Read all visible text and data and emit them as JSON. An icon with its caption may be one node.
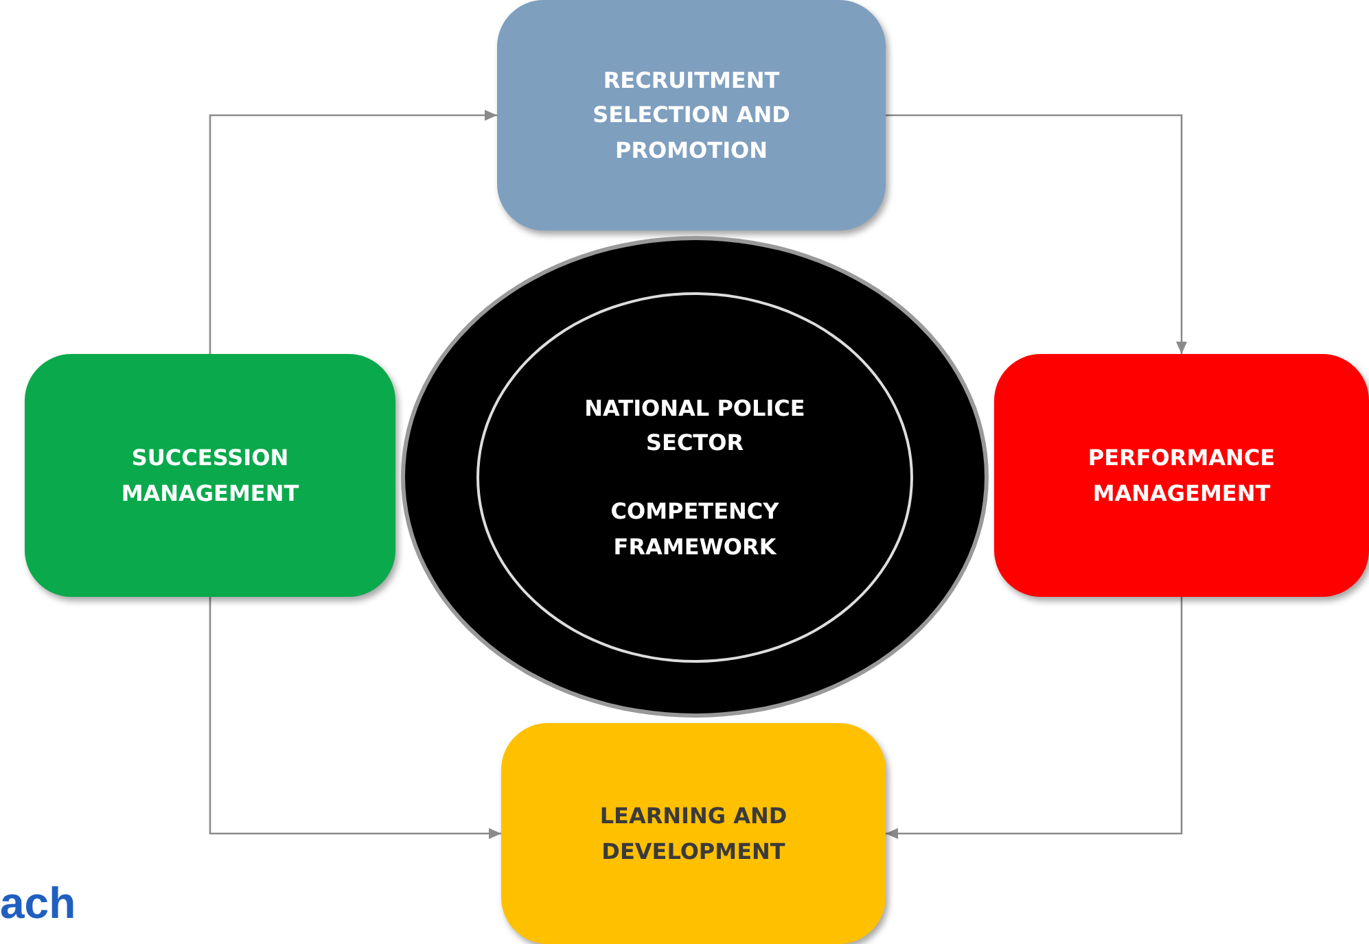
{
  "diagram": {
    "nodes": [
      {
        "text": [
          "RECRUITMENT SELECTION AND PROMOTION"
        ]
      },
      {
        "text": [
          "SUCCESSION MANAGEMENT"
        ]
      },
      {
        "text": [],
        "shape": "circle"
      },
      {
        "text": [
          "NATIONAL POLICE SECTOR",
          "COMPETENCY FRAMEWORK"
        ],
        "in": 2
      },
      {
        "text": [
          "PERFORMANCE MANAGEMENT"
        ]
      },
      {
        "text": [
          "LEARNING AND DEVELOPMENT"
        ]
      }
    ],
    "edges": [
      {
        "from": 1,
        "to": 0,
        "arrow": "to"
      },
      {
        "from": 0,
        "to": 4,
        "arrow": "to"
      },
      {
        "from": 4,
        "to": 5,
        "arrow": "to"
      },
      {
        "from": 1,
        "to": 5,
        "arrow": "to"
      }
    ],
    "labels": [
      "ach"
    ]
  }
}
